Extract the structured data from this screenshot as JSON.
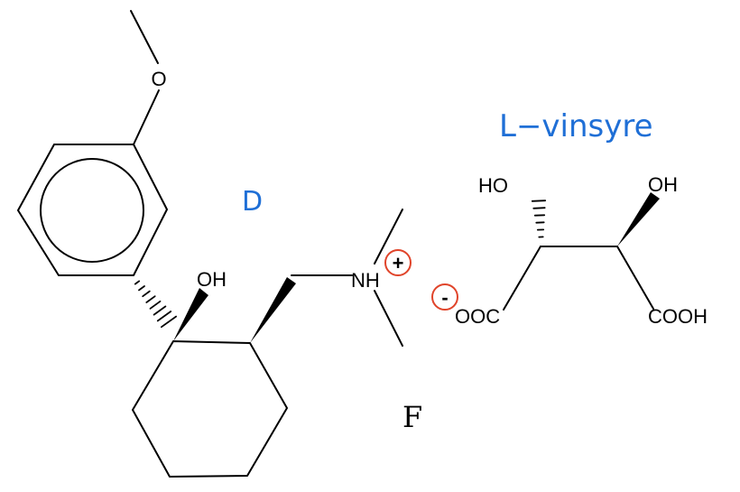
{
  "labels": {
    "methoxy_o": "O",
    "hydroxyl": "OH",
    "amine": "NH",
    "plus_sign": "+",
    "minus_sign": "-",
    "label_d": "D",
    "label_f": "F",
    "acid_name": "L−vinsyre",
    "tart_oh_left": "HO",
    "tart_oh_right": "OH",
    "carboxylate": "OOC",
    "carboxylic_acid": "COOH"
  },
  "colors": {
    "bond": "#000000",
    "label_blue": "#1f6fd6",
    "charge_circle": "#e0442a"
  }
}
